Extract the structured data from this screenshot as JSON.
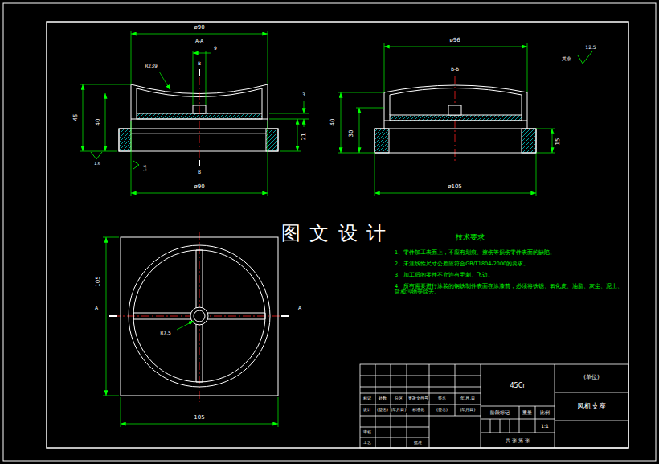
{
  "diagram": {
    "labels": [
      "ø90",
      "A-A",
      "R239",
      "9",
      "B",
      "3",
      "45",
      "40",
      "21",
      "1.6",
      "1.6",
      "B",
      "ø90",
      "ø96",
      "B-B",
      "40",
      "30",
      "15",
      "ø105",
      "12.5",
      "其余",
      "105",
      "A",
      "A",
      "R7.5",
      "105",
      "图 文 设 计",
      "技术要求",
      "1、零件加工表面上，不应有划痕、擦伤等损伤零件表面的缺陷。",
      "2、未注线性尺寸公差应符合GB/T1804-2000的要求。",
      "3、加工后的零件不允许有毛刺、飞边。",
      "4、所有需要进行涂装的钢铁制件表面在涂漆前，必须将铁锈、氧化皮、油脂、灰尘、泥土、盐和污物等除去。",
      "45Cr",
      "(单位)",
      "风机支座",
      "标记",
      "处数",
      "分区",
      "更改文件号",
      "签名",
      "年.月.日",
      "设计",
      "(签名)",
      "(年月日)",
      "标准化",
      "(签名)",
      "(年月日)",
      "审核",
      "工艺",
      "批准",
      "阶段标记",
      "重量",
      "比例",
      "1:1",
      "共 张 第 张"
    ]
  }
}
